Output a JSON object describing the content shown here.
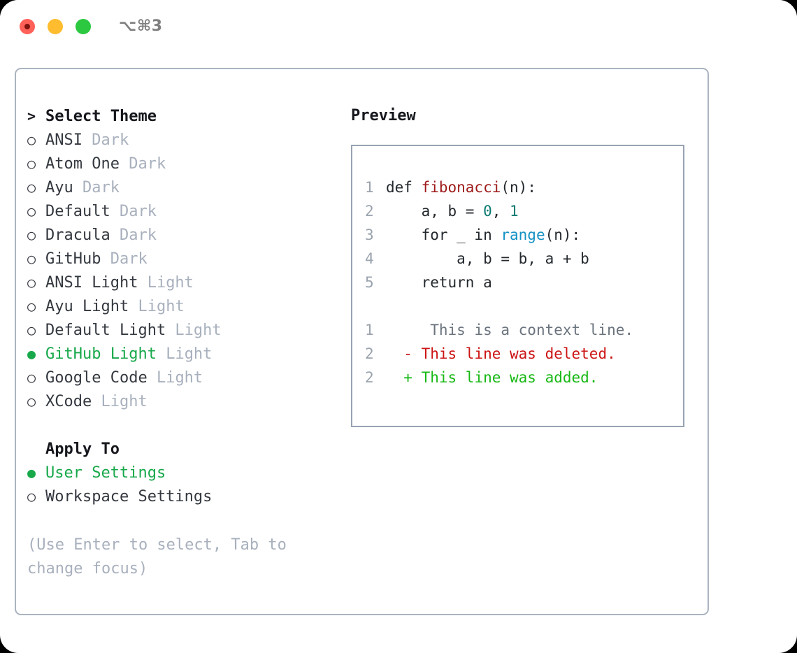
{
  "titlebar": {
    "shortcut": "⌥⌘3",
    "buttons": {
      "close": "close-button",
      "minimize": "minimize-button",
      "maximize": "maximize-button"
    }
  },
  "theme_list": {
    "header": {
      "marker": ">",
      "label": "Select Theme"
    },
    "items": [
      {
        "marker": "○",
        "label": "ANSI",
        "variant": "Dark",
        "selected": false
      },
      {
        "marker": "○",
        "label": "Atom One",
        "variant": "Dark",
        "selected": false
      },
      {
        "marker": "○",
        "label": "Ayu",
        "variant": "Dark",
        "selected": false
      },
      {
        "marker": "○",
        "label": "Default",
        "variant": "Dark",
        "selected": false
      },
      {
        "marker": "○",
        "label": "Dracula",
        "variant": "Dark",
        "selected": false
      },
      {
        "marker": "○",
        "label": "GitHub",
        "variant": "Dark",
        "selected": false
      },
      {
        "marker": "○",
        "label": "ANSI Light",
        "variant": "Light",
        "selected": false
      },
      {
        "marker": "○",
        "label": "Ayu Light",
        "variant": "Light",
        "selected": false
      },
      {
        "marker": "○",
        "label": "Default Light",
        "variant": "Light",
        "selected": false
      },
      {
        "marker": "●",
        "label": "GitHub Light",
        "variant": "Light",
        "selected": true
      },
      {
        "marker": "○",
        "label": "Google Code",
        "variant": "Light",
        "selected": false
      },
      {
        "marker": "○",
        "label": "XCode",
        "variant": "Light",
        "selected": false
      }
    ]
  },
  "apply_to": {
    "header": {
      "marker": " ",
      "label": "Apply To"
    },
    "items": [
      {
        "marker": "●",
        "label": "User Settings",
        "selected": true
      },
      {
        "marker": "○",
        "label": "Workspace Settings",
        "selected": false
      }
    ]
  },
  "hint": "(Use Enter to select, Tab to change focus)",
  "preview": {
    "title": "Preview",
    "code_lines": [
      {
        "num": "1",
        "parts": [
          {
            "t": "def ",
            "c": "plain"
          },
          {
            "t": "fibonacci",
            "c": "fn"
          },
          {
            "t": "(n):",
            "c": "plain"
          }
        ]
      },
      {
        "num": "2",
        "parts": [
          {
            "t": "    a, b = ",
            "c": "plain"
          },
          {
            "t": "0",
            "c": "num"
          },
          {
            "t": ", ",
            "c": "plain"
          },
          {
            "t": "1",
            "c": "num"
          }
        ]
      },
      {
        "num": "3",
        "parts": [
          {
            "t": "    for _ in ",
            "c": "plain"
          },
          {
            "t": "range",
            "c": "call"
          },
          {
            "t": "(n):",
            "c": "plain"
          }
        ]
      },
      {
        "num": "4",
        "parts": [
          {
            "t": "        a, b = b, a + b",
            "c": "plain"
          }
        ]
      },
      {
        "num": "5",
        "parts": [
          {
            "t": "    return a",
            "c": "plain"
          }
        ]
      }
    ],
    "diff_lines": [
      {
        "num": "1",
        "sign": " ",
        "text": "  This is a context line.",
        "kind": "ctx"
      },
      {
        "num": "2",
        "sign": "-",
        "text": " This line was deleted.",
        "kind": "del"
      },
      {
        "num": "2",
        "sign": "+",
        "text": " This line was added.",
        "kind": "add"
      }
    ]
  },
  "colors": {
    "accent_green": "#17a84a",
    "muted": "#a8b0bd",
    "border": "#aab4c0",
    "preview_border": "#97a3b3",
    "diff_add": "#17b814",
    "diff_del": "#cc1414",
    "diff_ctx": "#6a737d",
    "syntax_fn": "#9e1a1a",
    "syntax_num": "#0a7a72",
    "syntax_call": "#1592c4"
  }
}
